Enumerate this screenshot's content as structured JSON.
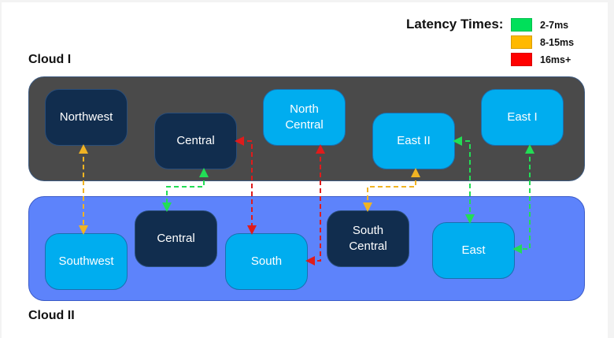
{
  "legend": {
    "title": "Latency Times:",
    "items": [
      {
        "label": "2-7ms",
        "color": "#00e05a",
        "key": "green"
      },
      {
        "label": "8-15ms",
        "color": "#ffb900",
        "key": "yellow"
      },
      {
        "label": "16ms+",
        "color": "#ff0000",
        "key": "red"
      }
    ]
  },
  "clouds": {
    "cloud1": {
      "title": "Cloud I"
    },
    "cloud2": {
      "title": "Cloud II"
    }
  },
  "nodes": {
    "northwest": {
      "label": "Northwest",
      "cloud": "Cloud I",
      "style": "dark"
    },
    "central_1": {
      "label": "Central",
      "cloud": "Cloud I",
      "style": "dark"
    },
    "north_central": {
      "label": "North\nCentral",
      "cloud": "Cloud I",
      "style": "light"
    },
    "east_ii": {
      "label": "East II",
      "cloud": "Cloud I",
      "style": "light"
    },
    "east_i": {
      "label": "East I",
      "cloud": "Cloud I",
      "style": "light"
    },
    "southwest": {
      "label": "Southwest",
      "cloud": "Cloud II",
      "style": "light"
    },
    "central_2": {
      "label": "Central",
      "cloud": "Cloud II",
      "style": "dark"
    },
    "south": {
      "label": "South",
      "cloud": "Cloud II",
      "style": "light"
    },
    "south_central": {
      "label": "South\nCentral",
      "cloud": "Cloud II",
      "style": "dark"
    },
    "east": {
      "label": "East",
      "cloud": "Cloud II",
      "style": "light"
    }
  },
  "links": [
    {
      "from": "Northwest",
      "to": "Southwest",
      "latency": "8-15ms",
      "color": "#f0b323"
    },
    {
      "from": "Central (Cloud I)",
      "to": "Central (Cloud II)",
      "latency": "2-7ms",
      "color": "#22dd55"
    },
    {
      "from": "Central (Cloud I)",
      "to": "South",
      "latency": "16ms+",
      "color": "#e01b1b"
    },
    {
      "from": "North Central",
      "to": "South",
      "latency": "16ms+",
      "color": "#e01b1b"
    },
    {
      "from": "East II",
      "to": "South Central",
      "latency": "8-15ms",
      "color": "#f0b323"
    },
    {
      "from": "East II",
      "to": "East",
      "latency": "2-7ms",
      "color": "#22dd55"
    },
    {
      "from": "East I",
      "to": "East",
      "latency": "2-7ms",
      "color": "#22dd55"
    }
  ]
}
